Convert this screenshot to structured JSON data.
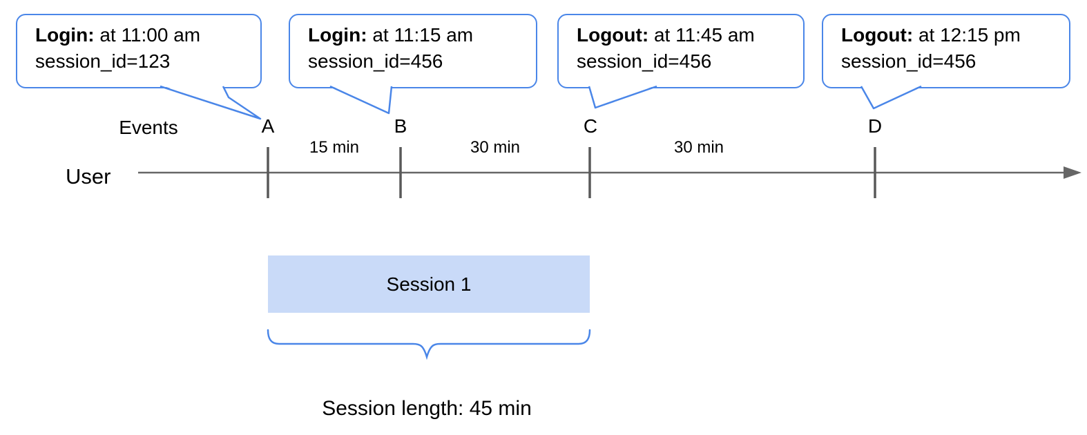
{
  "callouts": [
    {
      "event": "Login:",
      "time": "at 11:00 am",
      "session": "session_id=123"
    },
    {
      "event": "Login:",
      "time": "at 11:15 am",
      "session": "session_id=456"
    },
    {
      "event": "Logout:",
      "time": "at 11:45 am",
      "session": "session_id=456"
    },
    {
      "event": "Logout:",
      "time": "at 12:15 pm",
      "session": "session_id=456"
    }
  ],
  "timeline": {
    "events_label": "Events",
    "axis_label": "User",
    "markers": [
      "A",
      "B",
      "C",
      "D"
    ],
    "intervals": [
      "15 min",
      "30 min",
      "30 min"
    ]
  },
  "session": {
    "box_label": "Session 1",
    "length_label": "Session length: 45 min"
  },
  "colors": {
    "accent_blue": "#4a86e8",
    "session_fill": "#c9daf8",
    "line_gray": "#666666",
    "tick_gray": "#595959"
  }
}
